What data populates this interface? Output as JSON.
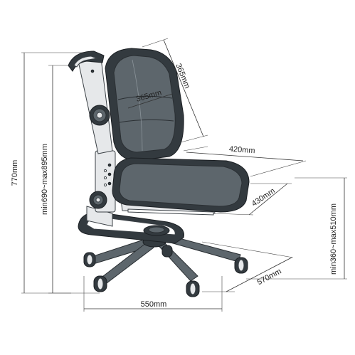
{
  "dimensions": {
    "total_height": "770mm",
    "backrest_height_range": "min690~max895mm",
    "backrest_width": "365mm",
    "backrest_height": "365mm",
    "seat_width": "420mm",
    "seat_depth": "430mm",
    "seat_height_range": "min360~max510mm",
    "base_depth": "570mm",
    "base_width": "550mm"
  },
  "colors": {
    "chair_dark": "#333a3f",
    "chair_mid": "#5d666c",
    "chair_light": "#e6e8ea",
    "dimension_lines": "#333333"
  }
}
